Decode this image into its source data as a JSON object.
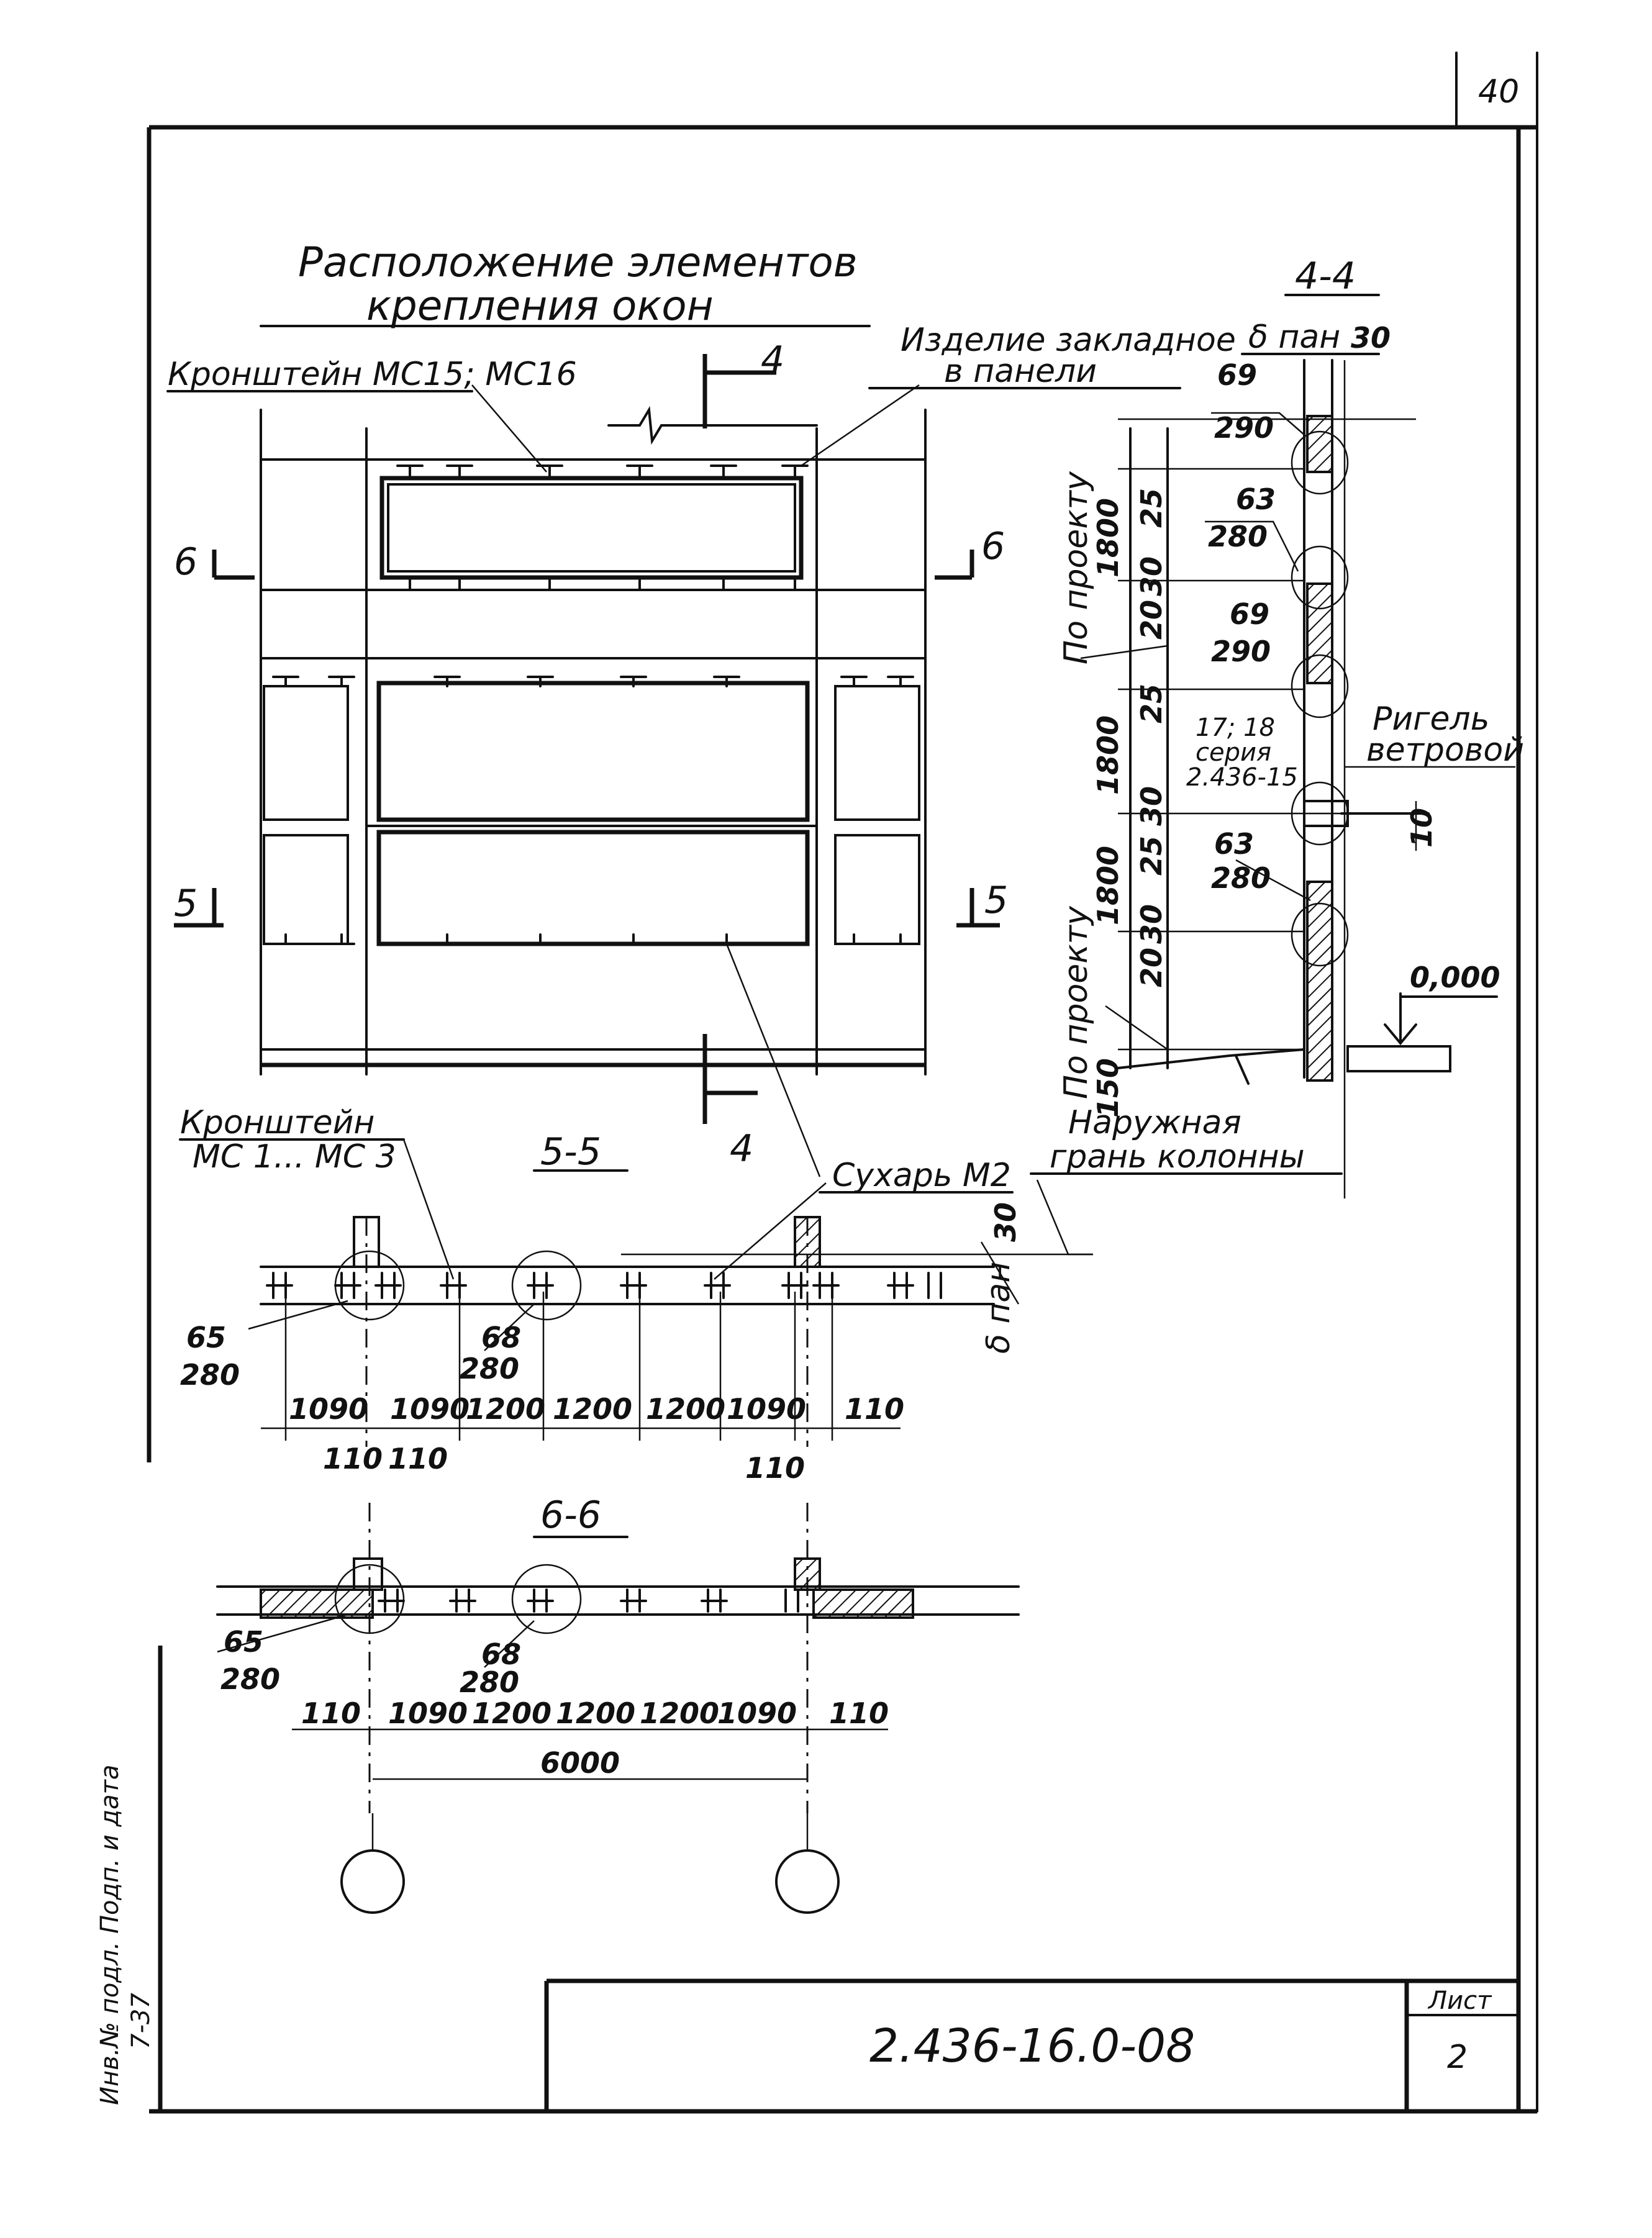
{
  "page_number": "40",
  "title_line1": "Расположение    элементов",
  "title_line2": "крепления   окон",
  "labels": {
    "bracket_top": "Кронштейн МС15; МС16",
    "embedded_part_line1": "Изделие закладное",
    "embedded_part_line2": "в панели",
    "bracket_bottom_line1": "Кронштейн",
    "bracket_bottom_line2": "МС 1...  МС 3",
    "rusk": "Сухарь М2",
    "outer_face_line1": "Наружная",
    "outer_face_line2": "грань колонны",
    "crossbar_line1": "Ригель",
    "crossbar_line2": "ветровой",
    "by_project_1": "По проекту",
    "by_project_2": "По проекту",
    "delta_pan_top": "δ пан",
    "delta_pan_bottom": "δ пан",
    "series_ref_line1": "17; 18",
    "series_ref_line2": "серия",
    "series_ref_line3": "2.436-15"
  },
  "section_marks": {
    "s4_top": "4",
    "s4_bottom": "4",
    "s6_left": "6",
    "s6_right": "6",
    "s5_left": "5",
    "s5_right": "5"
  },
  "section_titles": {
    "sec44": "4-4",
    "sec55": "5-5",
    "sec66": "6-6"
  },
  "nodes": {
    "n69a": "69",
    "n290a": "290",
    "n63a": "63",
    "n280a": "280",
    "n69b": "69",
    "n290b": "290",
    "n63b": "63",
    "n280b": "280",
    "n65a": "65",
    "n280c": "280",
    "n68a": "68",
    "n280d": "280",
    "n65b": "65",
    "n280e": "280",
    "n68b": "68",
    "n280f": "280"
  },
  "dims_44": {
    "top30": "30",
    "h1800a": "1800",
    "h1800b": "1800",
    "h1800c": "1800",
    "d25a": "25",
    "d30a": "30",
    "d20a": "20",
    "d25b": "25",
    "d30b": "30",
    "d25c": "25",
    "d30c": "30",
    "d20b": "20",
    "d150": "150",
    "d10": "10",
    "elevation": "0,000"
  },
  "dims_55": {
    "d30": "30",
    "top": [
      "1090",
      "1090",
      "1200",
      "1200",
      "1200",
      "1090",
      "110"
    ],
    "bottom": [
      "110",
      "110",
      "110"
    ]
  },
  "dims_66": {
    "top": [
      "110",
      "1090",
      "1200",
      "1200",
      "1200",
      "1090",
      "110"
    ],
    "total": "6000"
  },
  "title_block": {
    "doc_code": "2.436-16.0-08",
    "sheet_label": "Лист",
    "sheet_number": "2"
  },
  "margin_stamp": {
    "line1": "Инв.№ подл.   Подп. и дата",
    "line2": "7-37"
  }
}
